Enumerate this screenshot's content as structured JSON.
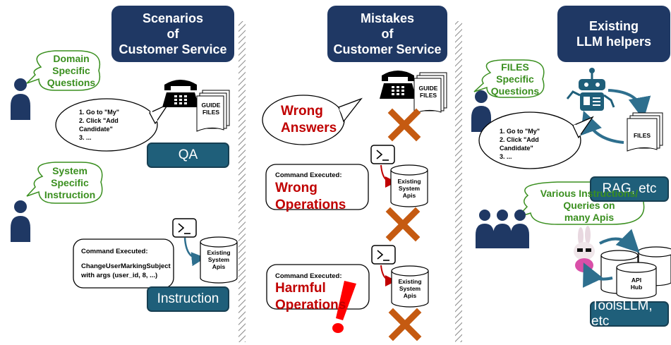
{
  "panels": [
    {
      "header": "Scenarios\nof\nCustomer Service",
      "bubble_question": "Domain\nSpecific\nQuestions",
      "guide_files": "GUIDE\nFILES",
      "steps": "1.   Go to \"My\"\n2.   Click \"Add\n      Candidate\"\n3.   ...",
      "qa_tag": "QA",
      "bubble_instruction": "System\nSpecific\nInstruction",
      "command_label": "Command Executed:",
      "command_body": "ChangeUserMarkingSubject\nwith args (user_id, 8, ...)",
      "apis": "Existing\nSystem\nApis",
      "instruction_tag": "Instruction"
    },
    {
      "header": "Mistakes\nof\nCustomer Service",
      "guide_files": "GUIDE\nFILES",
      "wrong_answers": "Wrong\nAnswers",
      "command_label_1": "Command Executed:",
      "wrong_operations": "Wrong\nOperations",
      "apis_1": "Existing\nSystem\nApis",
      "command_label_2": "Command Executed:",
      "harmful_operations": "Harmful\nOperations",
      "apis_2": "Existing\nSystem\nApis"
    },
    {
      "header": "Existing\nLLM helpers",
      "bubble_question": "FILES\nSpecific\nQuestions",
      "files": "FILES",
      "steps": "1.   Go to \"My\"\n2.   Click \"Add\n      Candidate\"\n3.   ...",
      "rag_tag": "RAG, etc",
      "bubble_queries": "Various Instructions/\nQueries on\nmany Apis",
      "api_hub": "API\nHub",
      "tools_tag": "ToolsLLM, etc"
    }
  ],
  "colors": {
    "header_bg": "#1f3864",
    "tag_bg": "#1f5f7a",
    "green": "#3a8f1f",
    "red": "#c00000",
    "cross": "#c55a11",
    "person": "#1f3864"
  }
}
